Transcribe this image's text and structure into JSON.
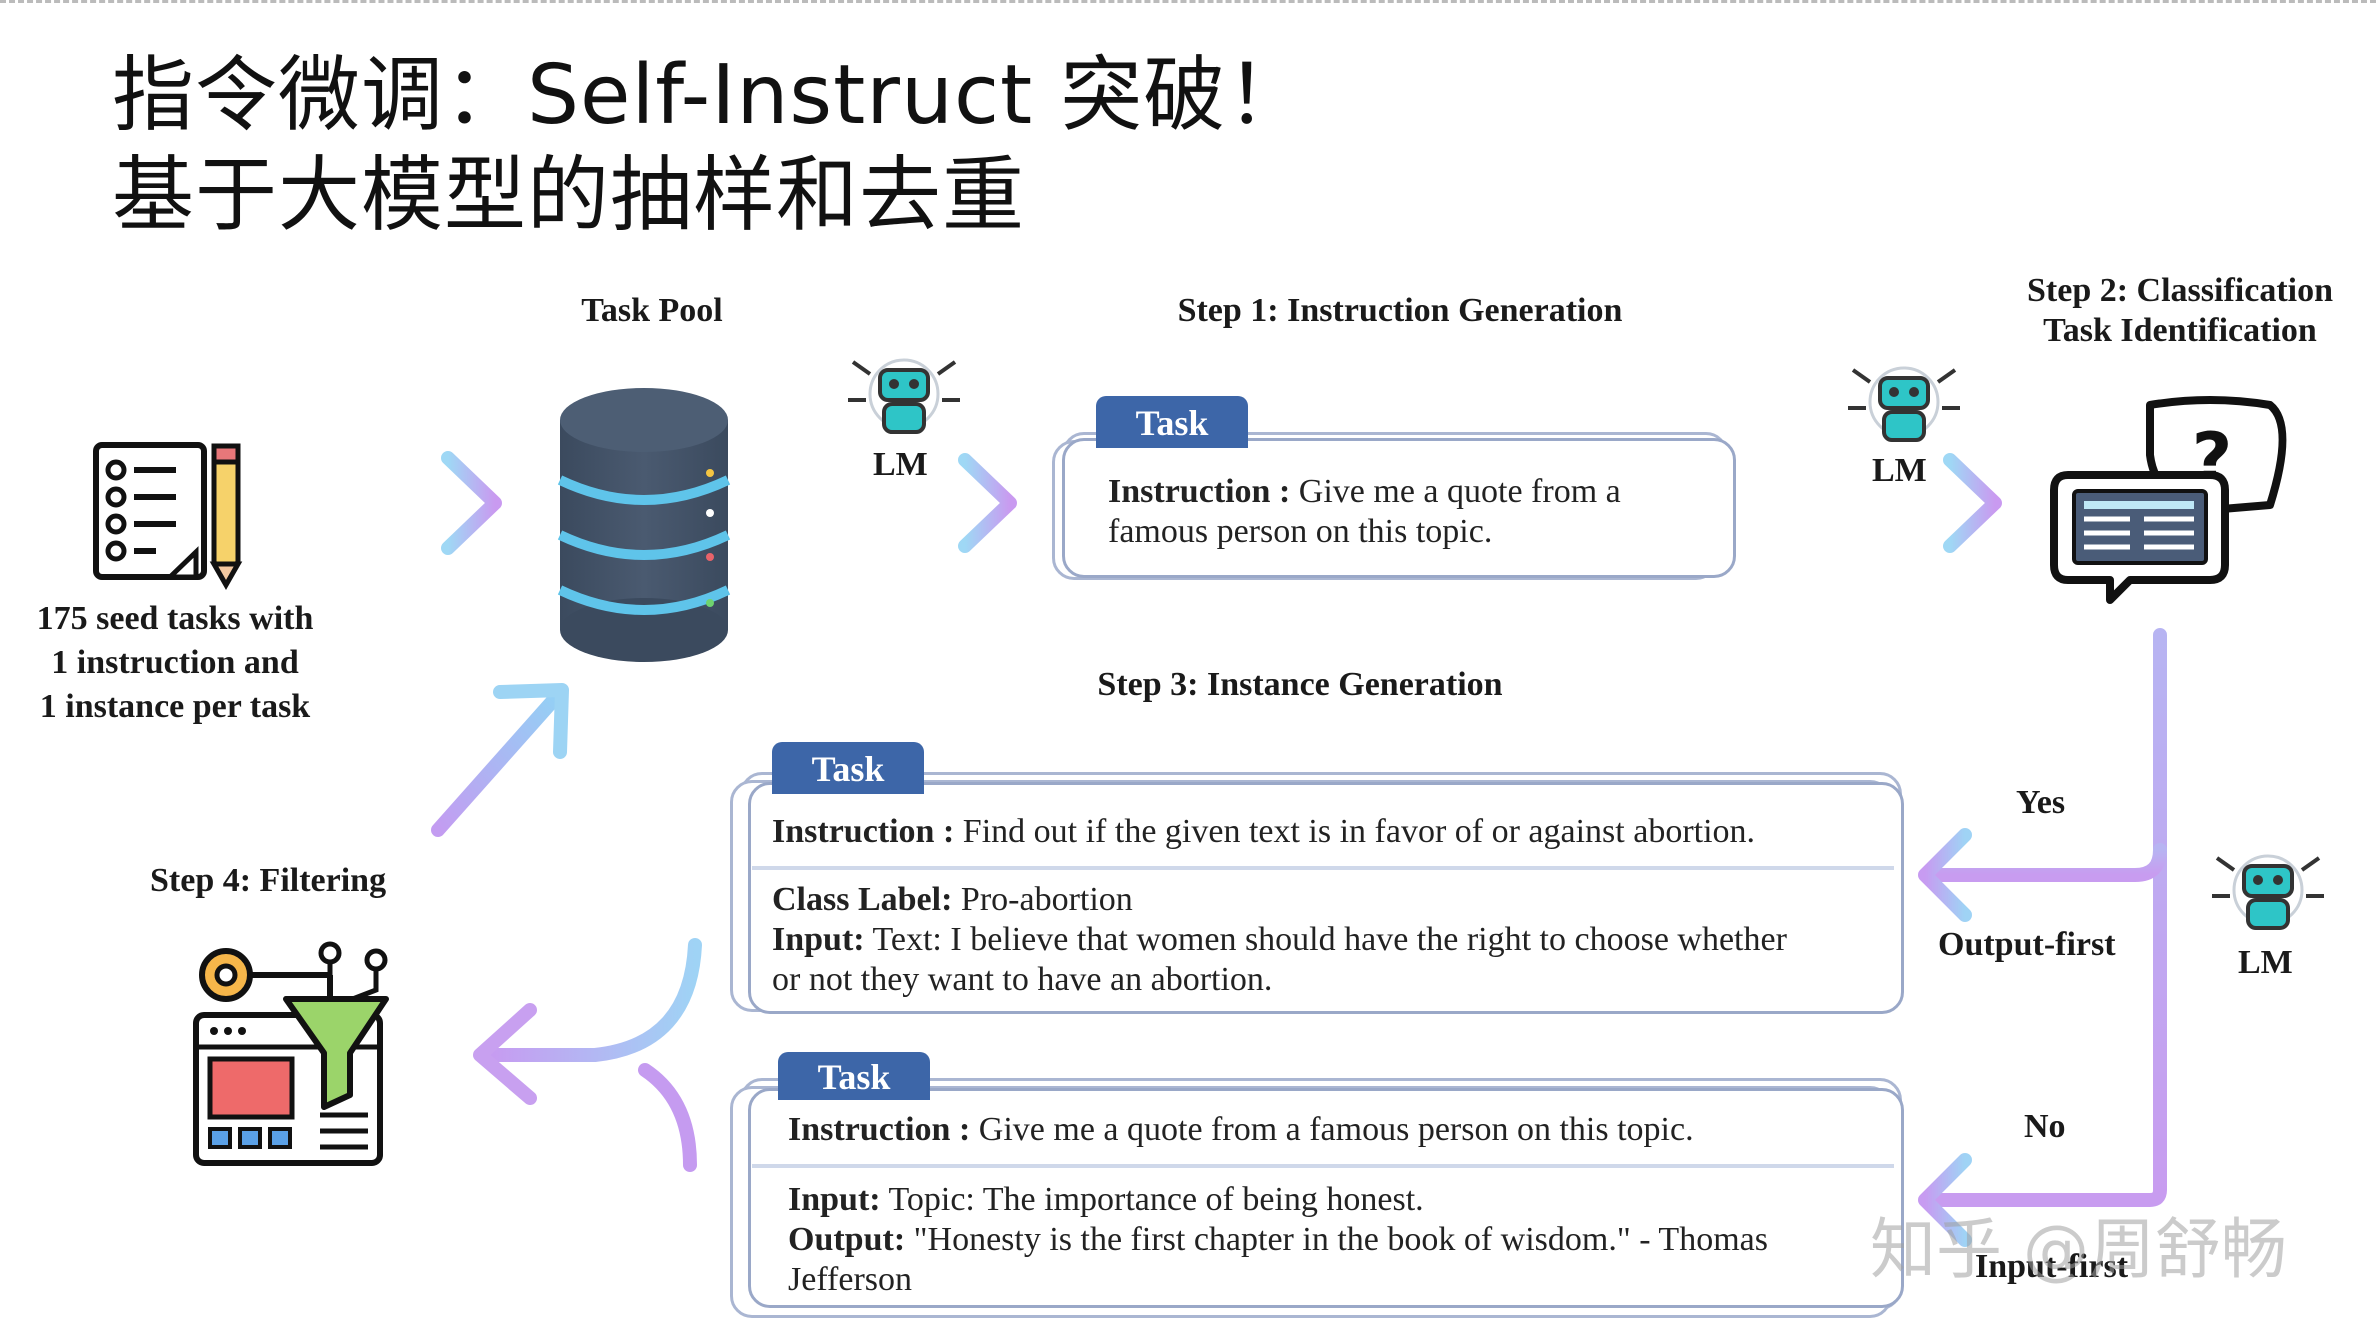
{
  "title": {
    "line1": "指令微调：Self-Instruct 突破！",
    "line2": "基于大模型的抽样和去重"
  },
  "labels": {
    "task_pool": "Task Pool",
    "step1": "Step 1: Instruction Generation",
    "step2_line1": "Step 2: Classification",
    "step2_line2": "Task Identification",
    "step3": "Step 3: Instance Generation",
    "step4": "Step 4: Filtering",
    "seed_line1": "175 seed tasks with",
    "seed_line2": "1 instruction and",
    "seed_line3": "1 instance per task",
    "lm": "LM",
    "yes": "Yes",
    "no": "No",
    "output_first": "Output-first",
    "input_first": "Input-first"
  },
  "cards": {
    "gen": {
      "tab": "Task",
      "instruction_key": "Instruction :",
      "instruction_line1": "Give me a quote from a",
      "instruction_line2": "famous person on this topic."
    },
    "classification": {
      "tab": "Task",
      "instruction_key": "Instruction :",
      "instruction": "Find out if the given text is in favor of or against abortion.",
      "class_key": "Class Label:",
      "class_value": "Pro-abortion",
      "input_key": "Input:",
      "input_line1": "Text: I believe that women should have the right to choose whether",
      "input_line2": "or not they want to have an abortion."
    },
    "generation": {
      "tab": "Task",
      "instruction_key": "Instruction :",
      "instruction": "Give me a quote from a famous person on this topic.",
      "input_key": "Input:",
      "input": "Topic: The importance of being honest.",
      "output_key": "Output:",
      "output_line1": "\"Honesty is the first chapter in the book of wisdom.\" - Thomas",
      "output_line2": "Jefferson"
    }
  },
  "watermark": "知乎 @周舒畅",
  "icons": [
    "checklist-icon",
    "database-icon",
    "robot-icon",
    "classification-chat-icon",
    "filter-funnel-icon"
  ],
  "colors": {
    "tab": "#3d66a8",
    "arrow_start": "#8fd3f4",
    "arrow_end": "#c896f0",
    "card_border": "#9aa8c8"
  }
}
